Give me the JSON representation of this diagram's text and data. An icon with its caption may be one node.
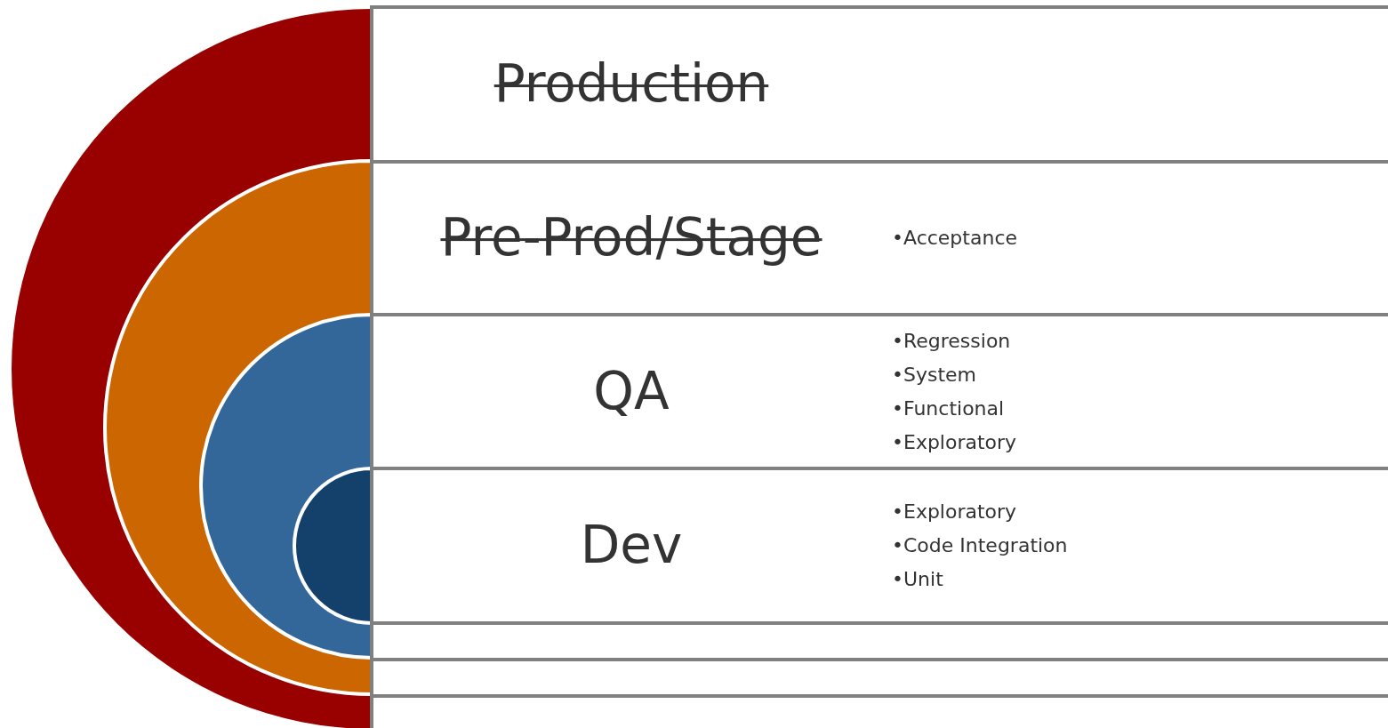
{
  "diagram": {
    "nodes": [
      {
        "text": [
          "Production"
        ]
      },
      {
        "text": [
          "Pre-Prod/Stage",
          "•Acceptance"
        ]
      },
      {
        "text": [
          "QA",
          "•Regression",
          "•System",
          "•Functional",
          "•Exploratory"
        ]
      },
      {
        "text": [
          "Dev",
          "•Exploratory",
          "•Code Integration",
          "•Unit"
        ]
      }
    ]
  }
}
